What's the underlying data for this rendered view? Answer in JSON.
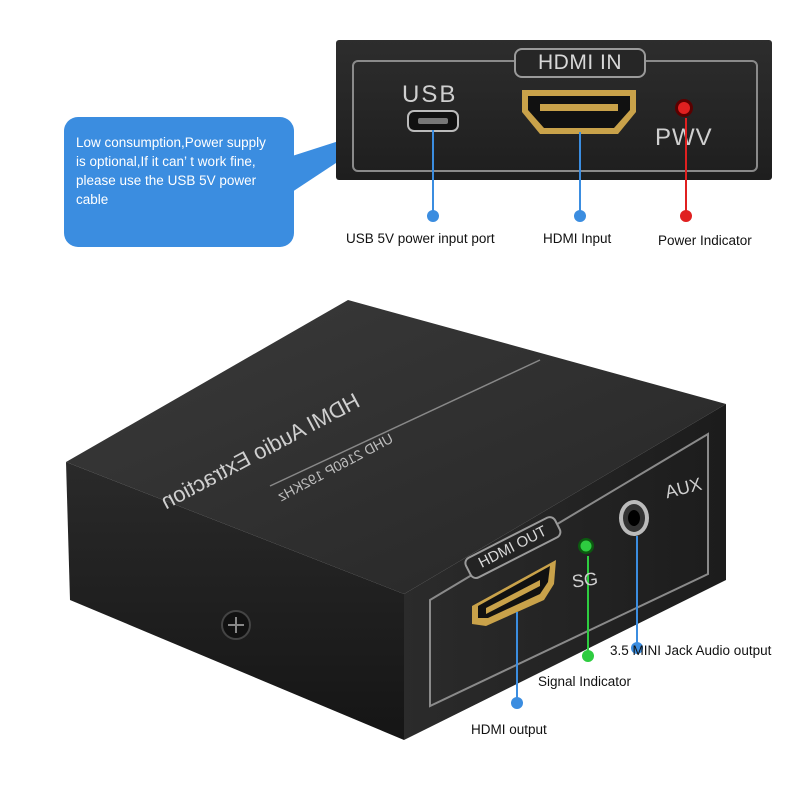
{
  "callout": {
    "line1": "Low consumption,Power supply",
    "line2": "is optional,If it can’ t work fine,",
    "line3": "please use the USB 5V power",
    "line4": "cable"
  },
  "top_panel": {
    "tag": "HDMI IN",
    "usb_label": "USB",
    "power_label": "PWV"
  },
  "top_labels": {
    "usb_port": "USB 5V power input port",
    "hdmi_input": "HDMI Input",
    "power_indicator": "Power Indicator"
  },
  "device": {
    "top_line1": "HDMI Audio Extraction",
    "top_line2": "UHD 2160P 192KHz",
    "out_tag": "HDMI OUT",
    "sg_label": "SG",
    "aux_label": "AUX"
  },
  "bottom_labels": {
    "jack": "3.5 MINI Jack Audio output",
    "signal": "Signal Indicator",
    "hdmi_output": "HDMI output"
  },
  "colors": {
    "accent_blue": "#3b8de0",
    "power_led": "#e02020",
    "signal_led": "#2ecc40",
    "hdmi_gold": "#c9a24a"
  }
}
